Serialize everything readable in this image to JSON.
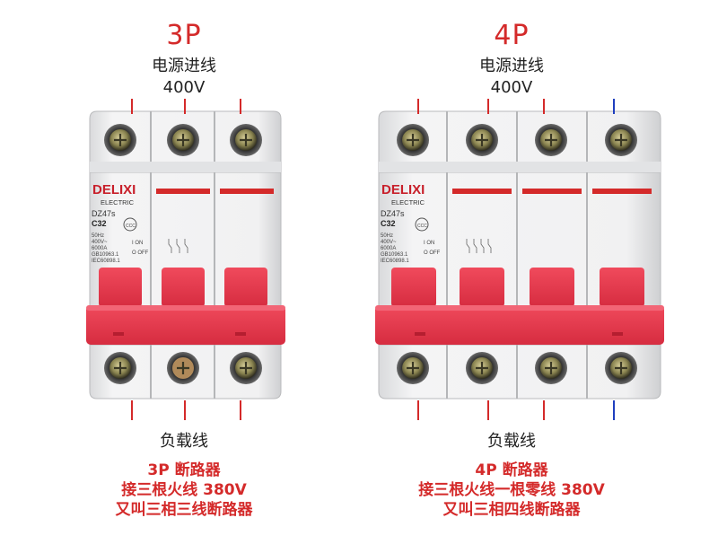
{
  "left": {
    "title": "3P",
    "input_line1": "电源进线",
    "input_line2": "400V",
    "output_label": "负载线",
    "desc_lines": [
      "3P 断路器",
      "接三根火线 380V",
      "又叫三相三线断路器"
    ]
  },
  "right": {
    "title": "4P",
    "input_line1": "电源进线",
    "input_line2": "400V",
    "output_label": "负载线",
    "desc_lines": [
      "4P 断路器",
      "接三根火线一根零线 380V",
      "又叫三相四线断路器"
    ]
  },
  "breaker": {
    "brand": "DELIXI",
    "brand_sub": "ELECTRIC",
    "model": "DZ47s",
    "rating": "C32",
    "spec_lines": [
      "50Hz",
      "400V~",
      "6000A",
      "GB10963.1",
      "IEC60898.1"
    ],
    "switch_on": "I ON",
    "switch_off": "O OFF",
    "cert": "CCC"
  },
  "colors": {
    "accent": "#d42a2a",
    "phase_wire": "#d42a2a",
    "neutral_wire": "#1f3fbf",
    "toggle": "#e5364b"
  }
}
